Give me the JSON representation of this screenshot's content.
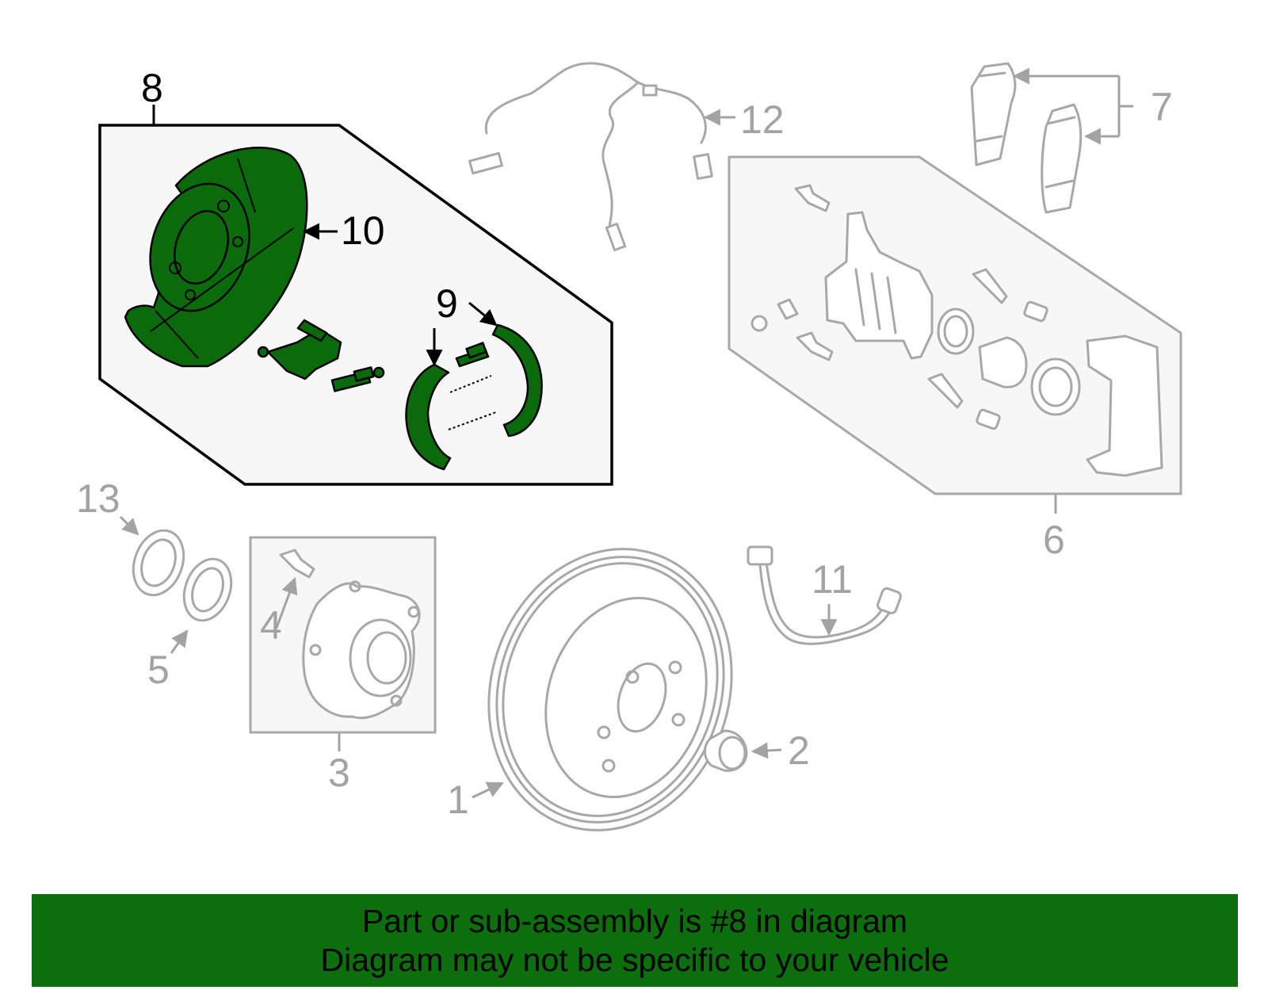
{
  "callouts": {
    "c1": "1",
    "c2": "2",
    "c3": "3",
    "c4": "4",
    "c5": "5",
    "c6": "6",
    "c7": "7",
    "c8": "8",
    "c9": "9",
    "c10": "10",
    "c11": "11",
    "c12": "12",
    "c13": "13"
  },
  "highlighted_part": "8",
  "banner": {
    "line1": "Part or sub-assembly is #8 in diagram",
    "line2": "Diagram may not be specific to your vehicle"
  },
  "colors": {
    "highlight_green": "#0b6a0b",
    "banner_green": "#0c6e0c",
    "inactive_gray": "#a8a8a8",
    "panel_fill": "#f7f7f7"
  }
}
